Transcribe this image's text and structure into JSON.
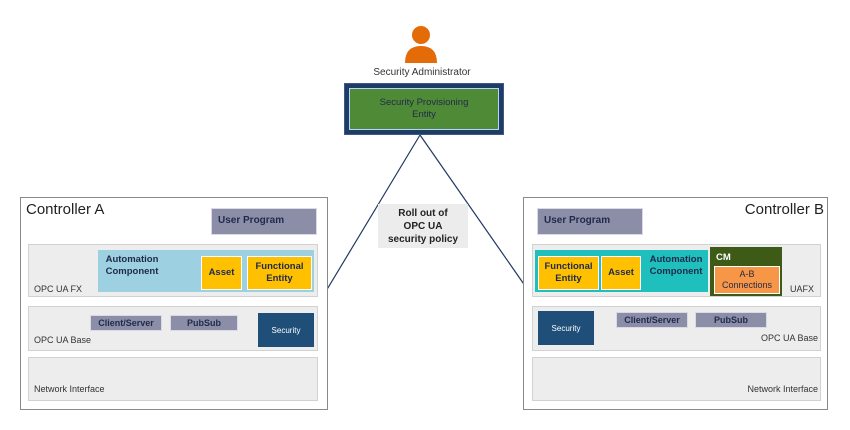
{
  "admin": {
    "label": "Security Administrator",
    "icon": "person-icon",
    "color": "#e36c09"
  },
  "provisioning": {
    "line1": "Security Provisioning",
    "line2": "Entity"
  },
  "policy_note": {
    "line1": "Roll out of",
    "line2": "OPC UA",
    "line3": "security policy"
  },
  "controller_a": {
    "title": "Controller A",
    "user_program": "User Program",
    "fx_layer": "OPC UA FX",
    "automation_component": {
      "line1": "Automation",
      "line2": "Component"
    },
    "asset": "Asset",
    "functional_entity": {
      "line1": "Functional",
      "line2": "Entity"
    },
    "client_server": "Client/Server",
    "pubsub": "PubSub",
    "security": "Security",
    "base_layer": "OPC UA Base",
    "network": "Network Interface"
  },
  "controller_b": {
    "title": "Controller B",
    "user_program": "User Program",
    "fx_layer": "UAFX",
    "automation_component": {
      "line1": "Automation",
      "line2": "Component"
    },
    "asset": "Asset",
    "functional_entity": {
      "line1": "Functional",
      "line2": "Entity"
    },
    "cm": "CM",
    "ab_connections": {
      "line1": "A-B",
      "line2": "Connections"
    },
    "client_server": "Client/Server",
    "pubsub": "PubSub",
    "security": "Security",
    "base_layer": "OPC UA Base",
    "network": "Network Interface"
  }
}
